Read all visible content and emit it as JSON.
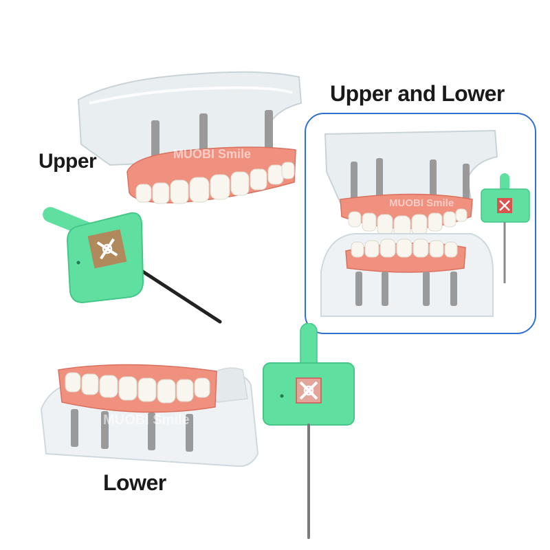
{
  "labels": {
    "upper": "Upper",
    "upper_and_lower": "Upper and Lower",
    "lower": "Lower"
  },
  "watermark": "MUOBI Smile",
  "colors": {
    "frame_border": "#2f6fcf",
    "gum": "#f0907e",
    "tooth": "#f8f6ef",
    "acrylic": "#e6ecee",
    "implant": "#9a9a9a",
    "key_handle": "#5fe0a0",
    "key_logo_bg": "#b08a5c",
    "driver_shaft": "#222222"
  },
  "icons": [
    "hex-key-icon",
    "brand-logo-icon",
    "implant-screw-icon"
  ]
}
